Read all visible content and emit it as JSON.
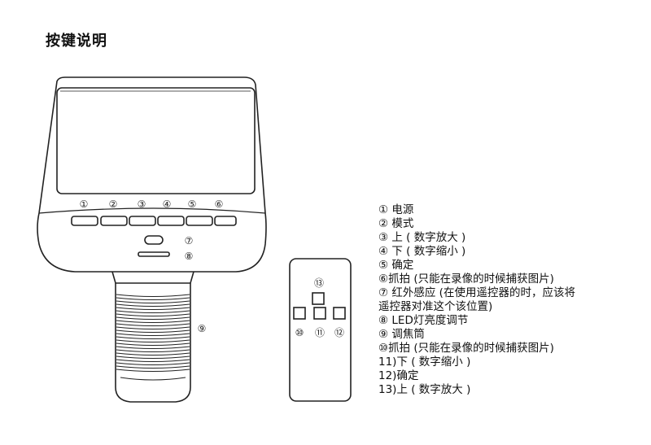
{
  "title": "按键说明",
  "device_labels": {
    "buttons": [
      "①",
      "②",
      "③",
      "④",
      "⑤",
      "⑥"
    ],
    "mic": "⑦",
    "led": "⑧",
    "focus": "⑨"
  },
  "remote_labels": {
    "top": "⑬",
    "left": "⑩",
    "middle": "⑪",
    "right": "⑫"
  },
  "legend": [
    {
      "text": "① 电源"
    },
    {
      "text": "② 模式"
    },
    {
      "text": "③ 上 ( 数字放大 )"
    },
    {
      "text": "④ 下 ( 数字缩小 )"
    },
    {
      "text": "⑤ 确定"
    },
    {
      "text": "⑥抓拍 (只能在录像的时候捕获图片)"
    },
    {
      "text": "⑦ 红外感应 (在使用遥控器的时，应该将",
      "wrap": "遥控器对准这个该位置)"
    },
    {
      "text": "⑧ LED灯亮度调节"
    },
    {
      "text": "⑨ 调焦筒"
    },
    {
      "text": "⑩抓拍 (只能在录像的时候捕获图片)"
    },
    {
      "text": "11)下 ( 数字缩小 )"
    },
    {
      "text": "12)确定"
    },
    {
      "text": "13)上 ( 数字放大 )"
    }
  ]
}
